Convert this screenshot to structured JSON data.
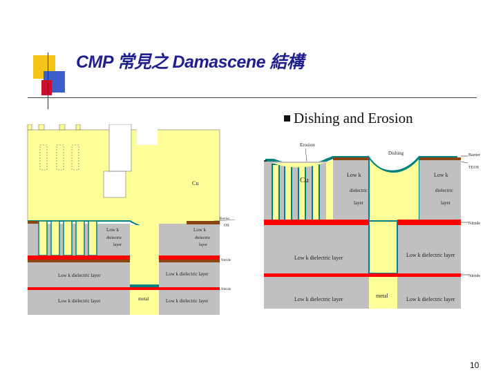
{
  "slide": {
    "title": "CMP 常見之 Damascene 結構",
    "bullet": "Dishing and Erosion",
    "page_number": "10"
  },
  "left_diagram": {
    "cu_label": "Cu",
    "lowk_left": "Low k",
    "lowk_right": "Low k",
    "dielectric": "dielectric",
    "layer": "layer",
    "lowk_dielectric_layer": "Low k dielectric layer",
    "metal": "metal",
    "barrier": "Barrier",
    "os": "OS",
    "nitride": "Nitride"
  },
  "right_diagram": {
    "erosion": "Erosion",
    "dishing": "Dishing",
    "cu_label": "Cu",
    "lowk": "Low k",
    "dielectric": "dielectric",
    "layer": "layer",
    "lowk_dielectric_layer": "Low k dielectric layer",
    "metal": "metal",
    "barrier": "Barrier",
    "teos": "TEOS",
    "nitride": "Nitride"
  },
  "colors": {
    "title": "#1f1f8f",
    "cu": "#ffff99",
    "lowk": "#c0c0c0",
    "nitride": "#ff0000",
    "barrier": "#008080",
    "oxide": "#8b4513",
    "deco_yellow": "#f5c518",
    "deco_blue": "#3a5fcd"
  }
}
